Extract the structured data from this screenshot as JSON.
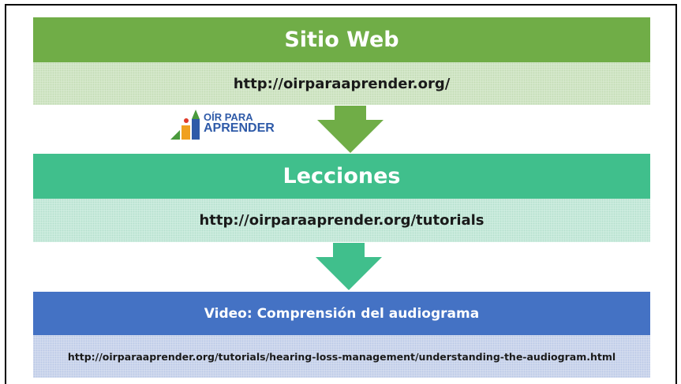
{
  "boxes": [
    {
      "title": "Sitio Web",
      "url": "http://oirparaaprender.org/"
    },
    {
      "title": "Lecciones",
      "url": "http://oirparaaprender.org/tutorials"
    },
    {
      "title": "Video: Comprensión del audiograma",
      "url": "http://oirparaaprender.org/tutorials/hearing-loss-management/understanding-the-audiogram.html"
    }
  ],
  "logo": {
    "line1": "OÍR PARA",
    "line2": "APRENDER"
  },
  "colors": {
    "green": "#70ad47",
    "teal": "#40bf8c",
    "blue": "#4472c4",
    "logo_blue": "#2e5aa8"
  },
  "icons": [
    "down-arrow-icon",
    "logo-blocks-icon"
  ]
}
